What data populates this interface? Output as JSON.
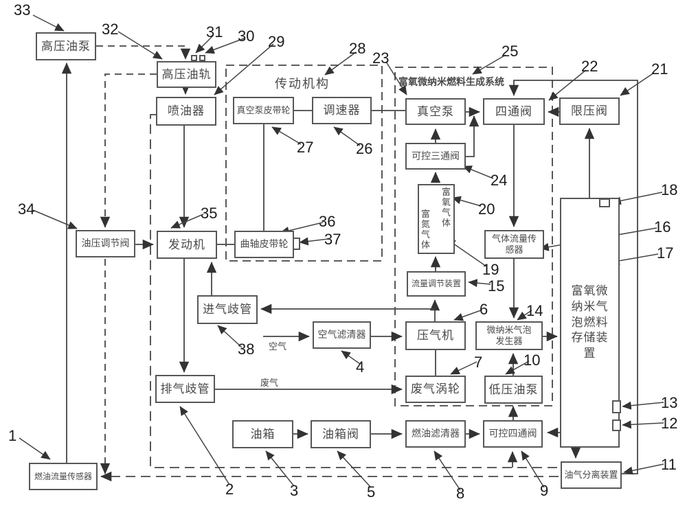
{
  "systems": {
    "transmission": "传动机构",
    "generation": "富氧微纳米燃料生成系统"
  },
  "components": {
    "hp_oil_pump": "高压油泵",
    "hp_rail": "高压油轨",
    "injector": "喷油器",
    "vacuum_pump_pulley": "真空泵皮带轮",
    "governor": "调速器",
    "vacuum_pump": "真空泵",
    "four_way_valve": "四通阀",
    "pressure_limit_valve": "限压阀",
    "three_way_valve": "可控三通阀",
    "oxygen_gas": "富氧气体",
    "nitrogen_gas": "富氮气体",
    "gas_flow_sensor": "气体流量传感器",
    "oil_pressure_valve": "油压调节阀",
    "engine": "发动机",
    "crankshaft_pulley": "曲轴皮带轮",
    "flow_regulator": "流量调节装置",
    "intake_manifold": "进气歧管",
    "air_filter": "空气滤清器",
    "compressor": "压气机",
    "bubble_generator": "微纳米气泡发生器",
    "exhaust_manifold": "排气歧管",
    "exhaust_turbine": "废气涡轮",
    "lp_oil_pump": "低压油泵",
    "fuel_tank": "油箱",
    "tank_valve": "油箱阀",
    "fuel_filter": "燃油滤清器",
    "controllable_four_way_valve": "可控四通阀",
    "storage_device": "富氧微纳米气泡燃料存储装置",
    "oil_gas_separator": "油气分离装置",
    "fuel_flow_sensor": "燃油流量传感器"
  },
  "flow_labels": {
    "air": "空气",
    "exhaust": "废气"
  },
  "callouts": {
    "n1": "1",
    "n2": "2",
    "n3": "3",
    "n4": "4",
    "n5": "5",
    "n6": "6",
    "n7": "7",
    "n8": "8",
    "n9": "9",
    "n10": "10",
    "n11": "11",
    "n12": "12",
    "n13": "13",
    "n14": "14",
    "n15": "15",
    "n16": "16",
    "n17": "17",
    "n18": "18",
    "n19": "19",
    "n20": "20",
    "n21": "21",
    "n22": "22",
    "n23": "23",
    "n24": "24",
    "n25": "25",
    "n26": "26",
    "n27": "27",
    "n28": "28",
    "n29": "29",
    "n30": "30",
    "n31": "31",
    "n32": "32",
    "n33": "33",
    "n34": "34",
    "n35": "35",
    "n36": "36",
    "n37": "37",
    "n38": "38"
  }
}
